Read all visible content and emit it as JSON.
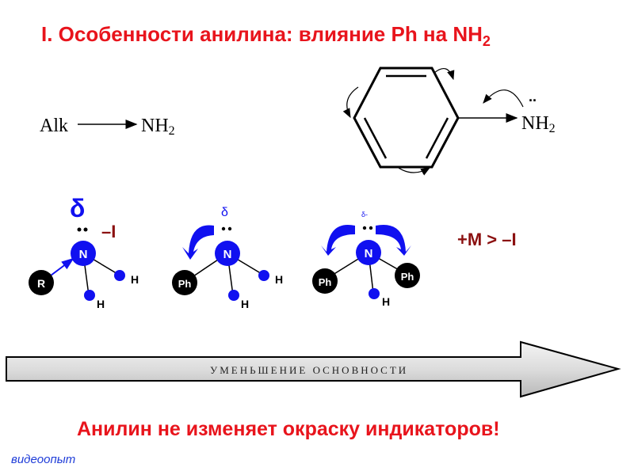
{
  "title": {
    "main": "I. Особенности анилина: влияние Ph на NH",
    "sub": "2"
  },
  "alk_scheme": {
    "left": "Alk",
    "right": "NH",
    "sub": "2"
  },
  "aniline_scheme": {
    "right": "NH",
    "sub": "2",
    "lone_pair": ".."
  },
  "molecules": [
    {
      "substituent": "R",
      "delta": "δ",
      "effect": "–I",
      "n": "N",
      "h1": "H",
      "h2": "H"
    },
    {
      "substituent": "Ph",
      "delta": "δ",
      "n": "N",
      "h1": "H",
      "h2": "H"
    },
    {
      "substituents": [
        "Ph",
        "Ph"
      ],
      "delta": "δ-",
      "n": "N",
      "h": "H"
    }
  ],
  "effect_summary": "+M > –I",
  "arrow_label": "УМЕНЬШЕНИЕ ОСНОВНОСТИ",
  "note": "Анилин не изменяет окраску индикаторов!",
  "video_link": "видеоопыт",
  "colors": {
    "title": "#e8141c",
    "effect": "#8b1010",
    "atom": "#1010f0",
    "link": "#1e3cd8"
  }
}
